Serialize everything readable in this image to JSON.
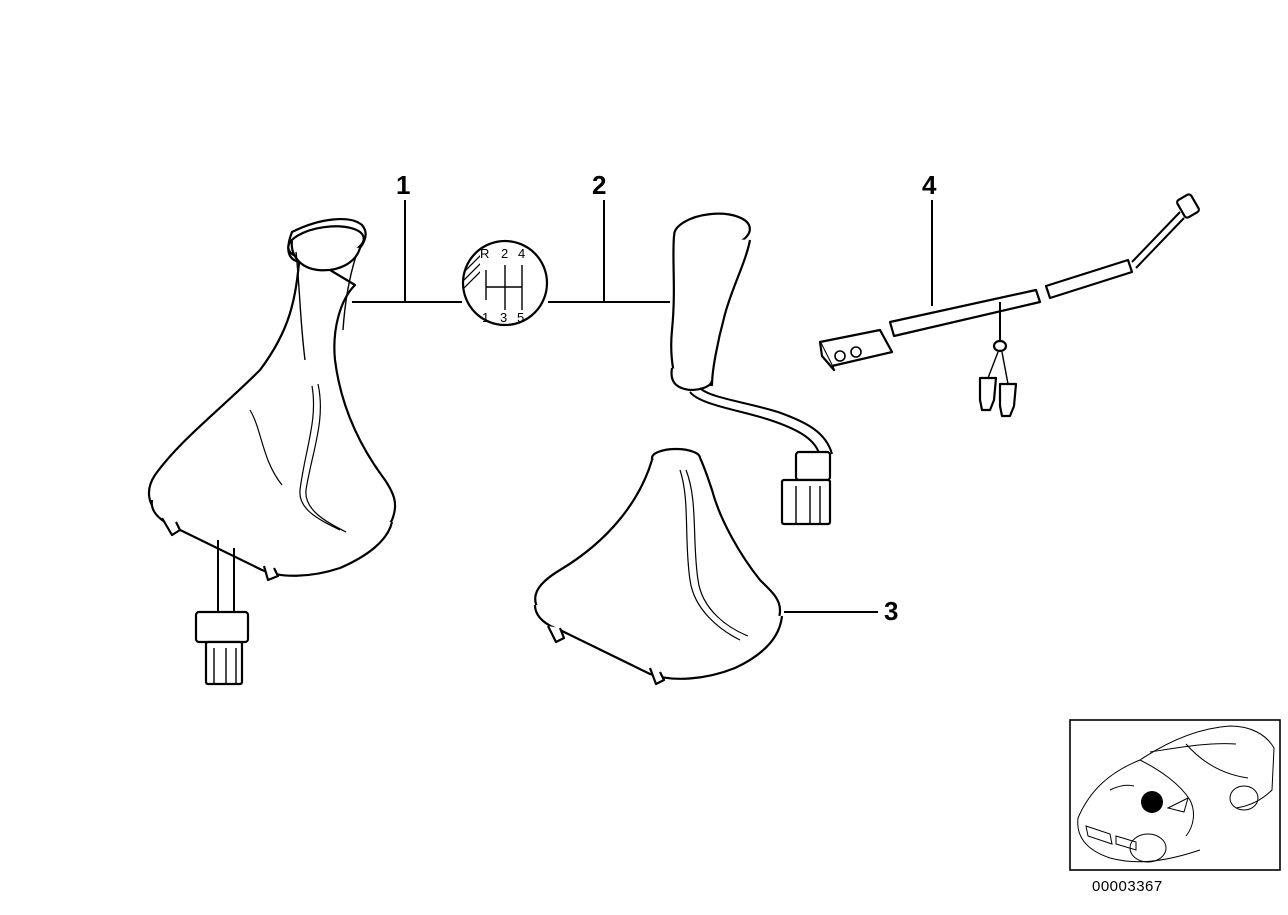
{
  "diagram": {
    "callouts": [
      {
        "id": "1",
        "label": "1"
      },
      {
        "id": "2",
        "label": "2"
      },
      {
        "id": "3",
        "label": "3"
      },
      {
        "id": "4",
        "label": "4"
      }
    ],
    "shift_pattern": {
      "top_row": [
        "R",
        "2",
        "4"
      ],
      "bottom_row": [
        "1",
        "3",
        "5"
      ]
    },
    "diagram_code": "00003367"
  }
}
